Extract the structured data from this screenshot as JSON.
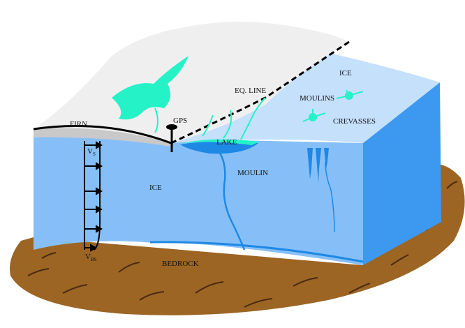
{
  "labels": {
    "firn": "FIRN",
    "gps": "GPS",
    "eq_line": "EQ. LINE",
    "ice_top": "ICE",
    "moulins": "MOULINS",
    "crevasses": "CREVASSES",
    "lake": "LAKE",
    "moulin": "MOULIN",
    "ice_front": "ICE",
    "bedrock": "BEDROCK",
    "v": "V",
    "vs_sub": "S",
    "vbs_sub": "BS"
  },
  "colors": {
    "ice_front": "#86bff7",
    "ice_side": "#3d98f0",
    "ice_top": "#c4e0fb",
    "snow": "#efefef",
    "melt": "#26f2c8",
    "lake": "#1e88e5",
    "bedrock": "#9c6524"
  }
}
